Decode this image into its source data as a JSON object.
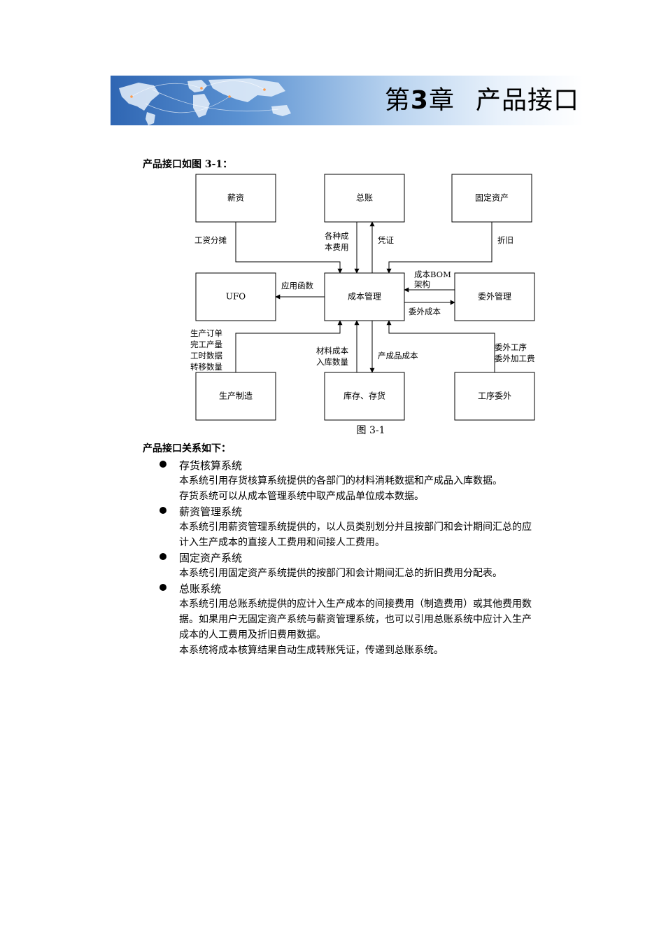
{
  "chapter": {
    "prefix": "第",
    "number": "3",
    "suffix": "章",
    "title": "产品接口"
  },
  "intro_text": "产品接口如图 3-1：",
  "diagram": {
    "nodes": {
      "salary": "薪资",
      "ledger": "总账",
      "fixed_assets": "固定资产",
      "ufo": "UFO",
      "cost_mgmt": "成本管理",
      "outsourcing": "委外管理",
      "production": "生产制造",
      "inventory": "库存、存货",
      "process_outsourcing": "工序委外"
    },
    "labels": {
      "salary_allocation": "工资分摊",
      "various_costs": [
        "各种成",
        "本费用"
      ],
      "voucher": "凭证",
      "depreciation": "折旧",
      "app_function": "应用函数",
      "cost_bom": [
        "成本BOM",
        "架构"
      ],
      "outsourcing_cost": "委外成本",
      "production_data": [
        "生产订单",
        "完工产量",
        "工时数据",
        "转移数量"
      ],
      "material_cost": [
        "材料成本",
        "入库数量"
      ],
      "product_cost": "产成品成本",
      "outsourcing_process": [
        "委外工序",
        "委外加工费"
      ]
    },
    "caption": "图 3-1"
  },
  "relations_title": "产品接口关系如下：",
  "systems": [
    {
      "name": "存货核算系统",
      "lines": [
        "本系统引用存货核算系统提供的各部门的材料消耗数据和产成品入库数据。",
        "存货系统可以从成本管理系统中取产成品单位成本数据。"
      ]
    },
    {
      "name": "薪资管理系统",
      "lines": [
        "本系统引用薪资管理系统提供的，以人员类别划分并且按部门和会计期间汇总的应",
        "计入生产成本的直接人工费用和间接人工费用。"
      ]
    },
    {
      "name": "固定资产系统",
      "lines": [
        "本系统引用固定资产系统提供的按部门和会计期间汇总的折旧费用分配表。"
      ]
    },
    {
      "name": "总账系统",
      "lines": [
        "本系统引用总账系统提供的应计入生产成本的间接费用（制造费用）或其他费用数",
        "据。如果用户无固定资产系统与薪资管理系统，也可以引用总账系统中应计入生产",
        "成本的人工费用及折旧费用数据。",
        "本系统将成本核算结果自动生成转账凭证，传递到总账系统。"
      ]
    }
  ]
}
